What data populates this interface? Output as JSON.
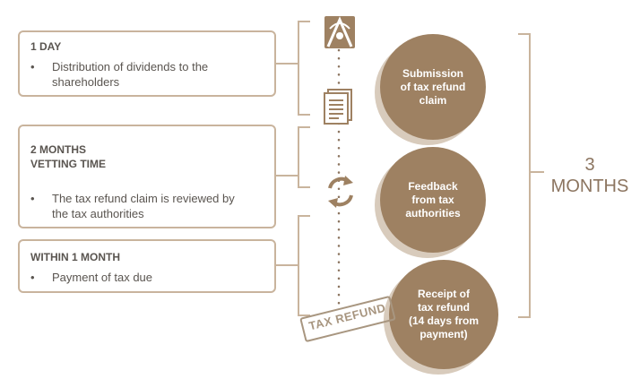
{
  "steps": [
    {
      "heading_line1": "1 DAY",
      "heading_line2": "",
      "bullet_line1": "Distribution of dividends to the",
      "bullet_line2": "shareholders"
    },
    {
      "heading_line1": "2 MONTHS",
      "heading_line2": "VETTING TIME",
      "bullet_line1": "The tax refund claim is reviewed by",
      "bullet_line2": "the tax authorities"
    },
    {
      "heading_line1": "WITHIN 1 MONTH",
      "heading_line2": "",
      "bullet_line1": "Payment of tax due",
      "bullet_line2": ""
    }
  ],
  "bullet_char": "•",
  "circles": [
    {
      "lines": [
        "Submission",
        "of tax refund",
        "claim"
      ]
    },
    {
      "lines": [
        "Feedback",
        "from tax",
        "authorities"
      ]
    },
    {
      "lines": [
        "Receipt of",
        "tax refund",
        "(14 days from",
        "payment)"
      ]
    }
  ],
  "total": {
    "line1": "3",
    "line2": "MONTHS"
  },
  "stamp_text": "TAX REFUND",
  "icons": [
    "emblem-icon",
    "document-icon",
    "refresh-icon",
    "stamp-icon"
  ],
  "colors": {
    "brown": "#9e8162",
    "border": "#c9b49d",
    "text": "#5a5550",
    "shadow": "#d8cbbc"
  }
}
